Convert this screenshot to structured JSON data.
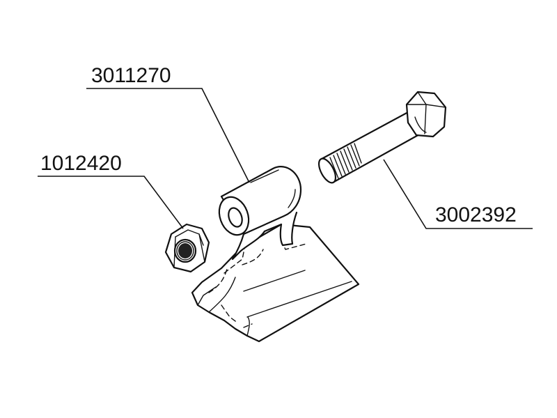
{
  "parts": [
    {
      "part_number": "3011270",
      "component": "hammer-blade"
    },
    {
      "part_number": "1012420",
      "component": "lock-nut"
    },
    {
      "part_number": "3002392",
      "component": "hex-bolt"
    }
  ],
  "colors": {
    "ink": "#111111",
    "background": "#ffffff"
  }
}
